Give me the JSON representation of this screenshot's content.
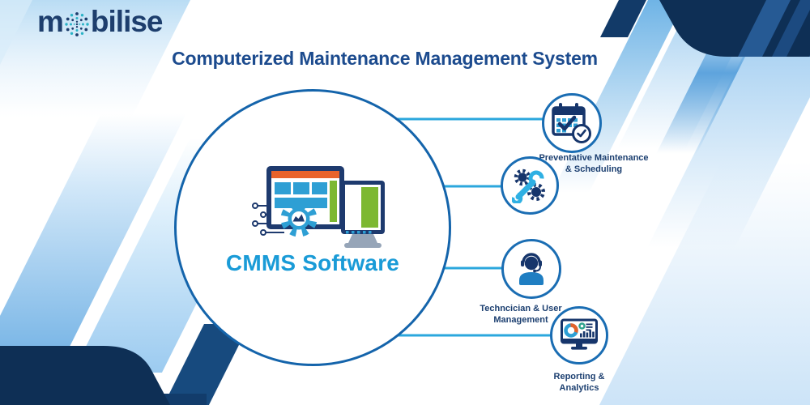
{
  "logo": {
    "prefix": "m",
    "suffix": "bilise",
    "globe_icon": "dotted-globe-icon"
  },
  "header": {
    "title": "Computerized Maintenance Management System"
  },
  "diagram": {
    "center": {
      "label": "CMMS Software",
      "icon": "computer-gear-icon"
    },
    "nodes": [
      {
        "id": "preventative-maintenance",
        "label": "Preventative Maintenance\n& Scheduling",
        "icon": "calendar-clock-icon"
      },
      {
        "id": "maintenance-tools",
        "label": "",
        "icon": "wrench-gears-icon"
      },
      {
        "id": "technician-user-management",
        "label": "Techncician & User\nManagement",
        "icon": "support-person-icon"
      },
      {
        "id": "reporting-analytics",
        "label": "Reporting &\nAnalytics",
        "icon": "analytics-monitor-icon"
      }
    ]
  },
  "colors": {
    "navy_corner": "#0e2f55",
    "title_blue": "#1c4b8e",
    "center_label_cyan": "#1a9bd7",
    "circle_border": "#1464ab",
    "connector_blue": "#2ba7dd",
    "icon_blue": "#2e9fd4",
    "icon_navy": "#1e3a6e",
    "accent_orange": "#e8632c",
    "accent_green": "#7db832",
    "logo_teal": "#2ab3c6"
  }
}
